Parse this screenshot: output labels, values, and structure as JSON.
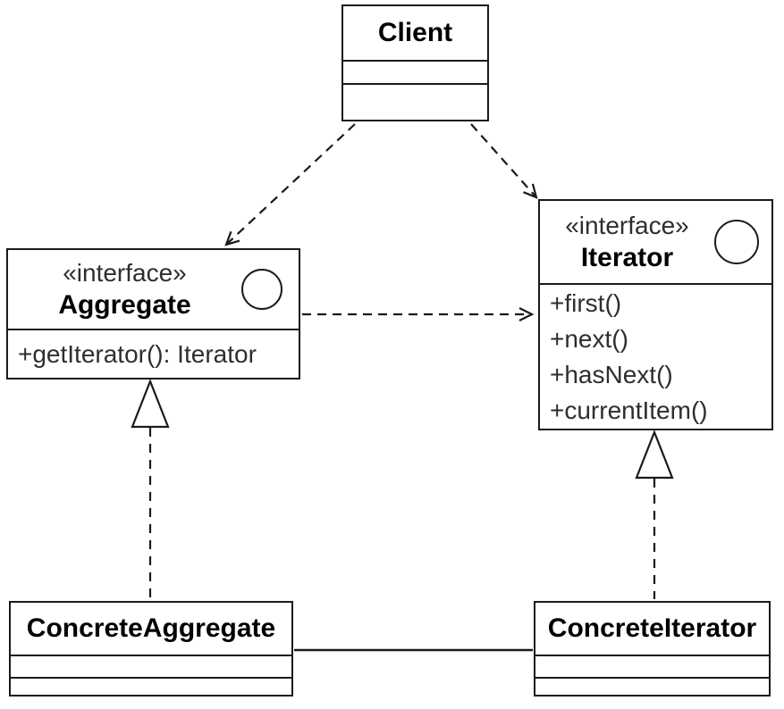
{
  "diagram": {
    "type": "uml-class-diagram",
    "colors": {
      "stroke": "#1a1a1a",
      "fill": "#ffffff",
      "text": "#000000"
    },
    "classes": {
      "client": {
        "name": "Client"
      },
      "aggregate": {
        "stereotype": "«interface»",
        "name": "Aggregate",
        "methods": [
          "+getIterator(): Iterator"
        ]
      },
      "iterator": {
        "stereotype": "«interface»",
        "name": "Iterator",
        "methods": [
          "+first()",
          "+next()",
          "+hasNext()",
          "+currentItem()"
        ]
      },
      "concrete_aggregate": {
        "name": "ConcreteAggregate"
      },
      "concrete_iterator": {
        "name": "ConcreteIterator"
      }
    },
    "relationships": [
      {
        "from": "Client",
        "to": "Aggregate",
        "type": "dependency",
        "line": "dashed-open-arrow"
      },
      {
        "from": "Client",
        "to": "Iterator",
        "type": "dependency",
        "line": "dashed-open-arrow"
      },
      {
        "from": "Aggregate",
        "to": "Iterator",
        "type": "dependency",
        "line": "dashed-open-arrow"
      },
      {
        "from": "ConcreteAggregate",
        "to": "Aggregate",
        "type": "realization",
        "line": "dashed-hollow-triangle"
      },
      {
        "from": "ConcreteIterator",
        "to": "Iterator",
        "type": "realization",
        "line": "dashed-hollow-triangle"
      },
      {
        "from": "ConcreteAggregate",
        "to": "ConcreteIterator",
        "type": "association",
        "line": "solid"
      }
    ]
  }
}
